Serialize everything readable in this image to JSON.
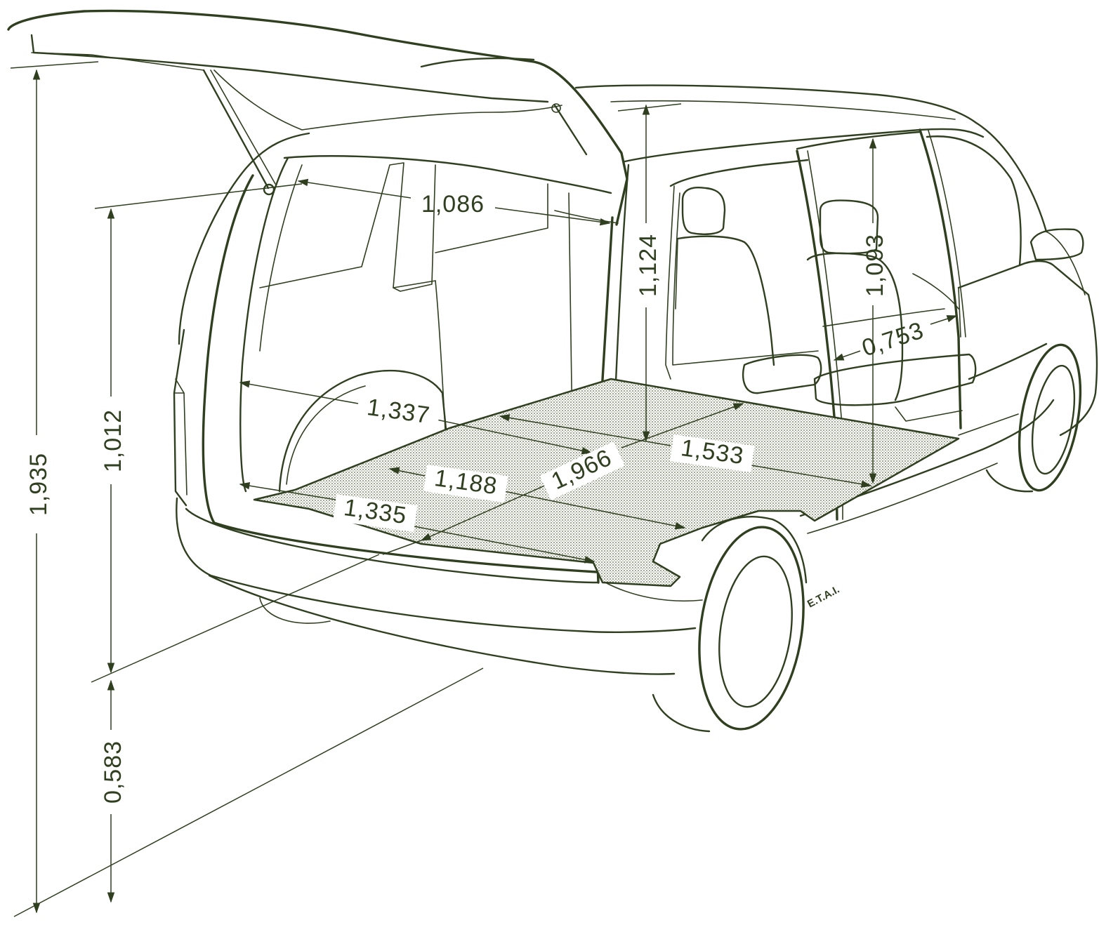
{
  "dimensions": {
    "overall_height": "1,935",
    "floor_to_roof_opening": "1,012",
    "sill_height": "0,583",
    "opening_width_top": "1,086",
    "interior_height_front": "1,124",
    "interior_height_side": "1,093",
    "side_door_width": "0,753",
    "width_wheel_arches": "1,337",
    "width_between_arches_floor": "1,188",
    "width_at_tailgate": "1,335",
    "floor_length_diagonal": "1,966",
    "floor_length_side": "1,533"
  },
  "credit": "E.T.A.I.",
  "colors": {
    "ink": "#2f3f1f",
    "floor_fill": "#c9cfb8",
    "background": "#ffffff"
  }
}
